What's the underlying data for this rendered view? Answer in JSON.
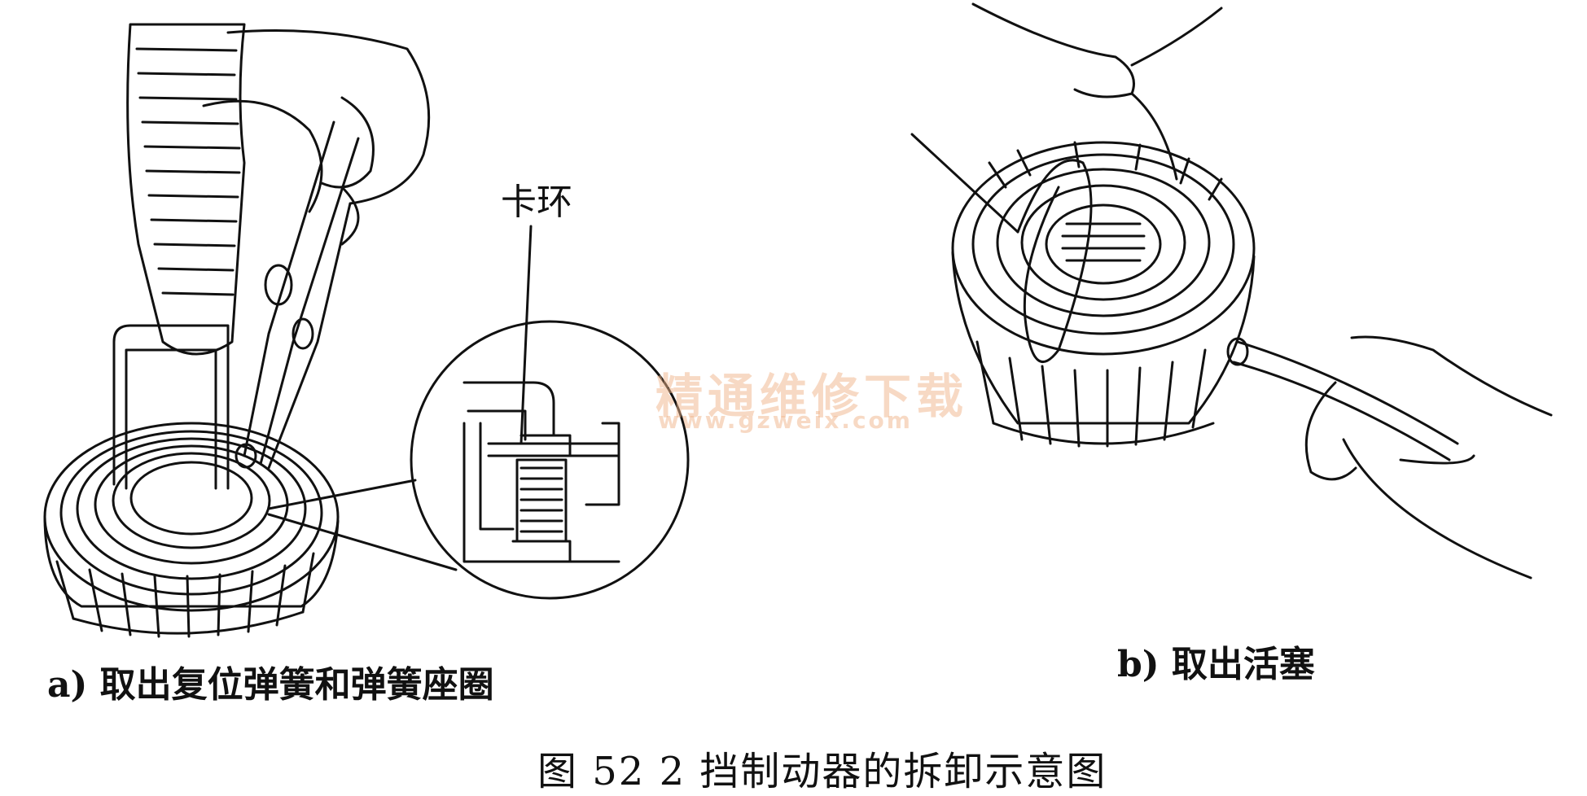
{
  "figure": {
    "callout_label": "卡环",
    "caption_a": "a) 取出复位弹簧和弹簧座圈",
    "caption_b": "b) 取出活塞",
    "caption": "图 52    2 挡制动器的拆卸示意图"
  },
  "watermark": {
    "text_cn": "精通维修下载",
    "url": "www.gzweix.com",
    "color": "#f0b48a"
  },
  "colors": {
    "ink": "#111111",
    "background": "#ffffff"
  }
}
